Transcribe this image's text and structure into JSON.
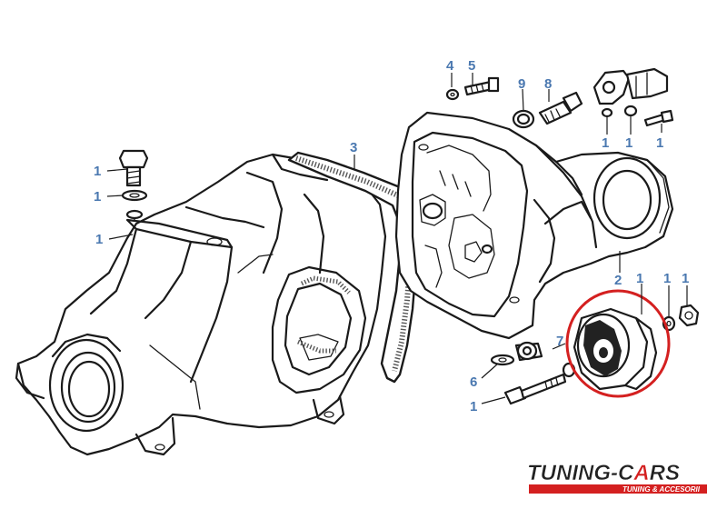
{
  "diagram": {
    "callouts": [
      {
        "id": "c1",
        "text": "4"
      },
      {
        "id": "c2",
        "text": "5"
      },
      {
        "id": "c3",
        "text": "9"
      },
      {
        "id": "c4",
        "text": "8"
      },
      {
        "id": "c5",
        "text": "1"
      },
      {
        "id": "c6",
        "text": "1"
      },
      {
        "id": "c7",
        "text": "1"
      },
      {
        "id": "c8",
        "text": "3"
      },
      {
        "id": "c9",
        "text": "1"
      },
      {
        "id": "c10",
        "text": "1"
      },
      {
        "id": "c11",
        "text": "1"
      },
      {
        "id": "c12",
        "text": "2"
      },
      {
        "id": "c13",
        "text": "1"
      },
      {
        "id": "c14",
        "text": "1"
      },
      {
        "id": "c15",
        "text": "1"
      },
      {
        "id": "c16",
        "text": "7"
      },
      {
        "id": "c17",
        "text": "6"
      },
      {
        "id": "c18",
        "text": "1"
      }
    ],
    "highlight_color": "#d42020",
    "label_color": "#4a78b0"
  },
  "brand": {
    "name_part1": "TUNING-C",
    "name_part2": "A",
    "name_part3": "RS",
    "tagline": "TUNING & ACCESORII",
    "colors": {
      "red": "#d42020",
      "dark": "#222222"
    }
  }
}
